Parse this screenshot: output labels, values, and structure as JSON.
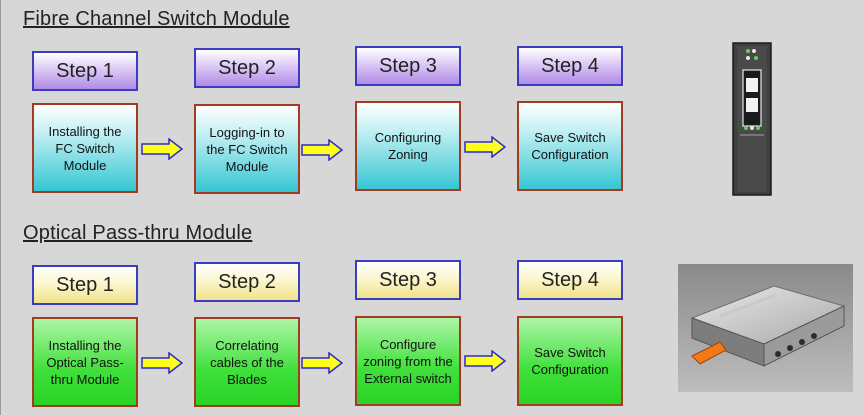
{
  "sections": {
    "fc": {
      "title": "Fibre Channel Switch Module",
      "steps": [
        {
          "label": "Step 1",
          "text": "Installing the FC Switch Module"
        },
        {
          "label": "Step 2",
          "text": "Logging-in to the FC Switch Module"
        },
        {
          "label": "Step 3",
          "text": "Configuring Zoning"
        },
        {
          "label": "Step 4",
          "text": "Save Switch Configuration"
        }
      ]
    },
    "op": {
      "title": "Optical Pass-thru Module",
      "steps": [
        {
          "label": "Step 1",
          "text": "Installing the Optical Pass-thru Module"
        },
        {
          "label": "Step 2",
          "text": "Correlating cables of the Blades"
        },
        {
          "label": "Step 3",
          "text": "Configure zoning from the External switch"
        },
        {
          "label": "Step 4",
          "text": "Save Switch Configuration"
        }
      ]
    }
  },
  "icons": {
    "arrow": "right-arrow-icon",
    "fc_module": "fc-switch-module-photo",
    "op_module": "optical-passthru-module-photo"
  },
  "colors": {
    "fc_label_fill": "#b08be6",
    "fc_box_fill": "#34c6d2",
    "op_label_fill": "#f0e38a",
    "op_box_fill": "#3fe03a",
    "arrow_fill": "#ffff1a",
    "label_border": "#3c3cbf",
    "box_border": "#a33a22"
  }
}
